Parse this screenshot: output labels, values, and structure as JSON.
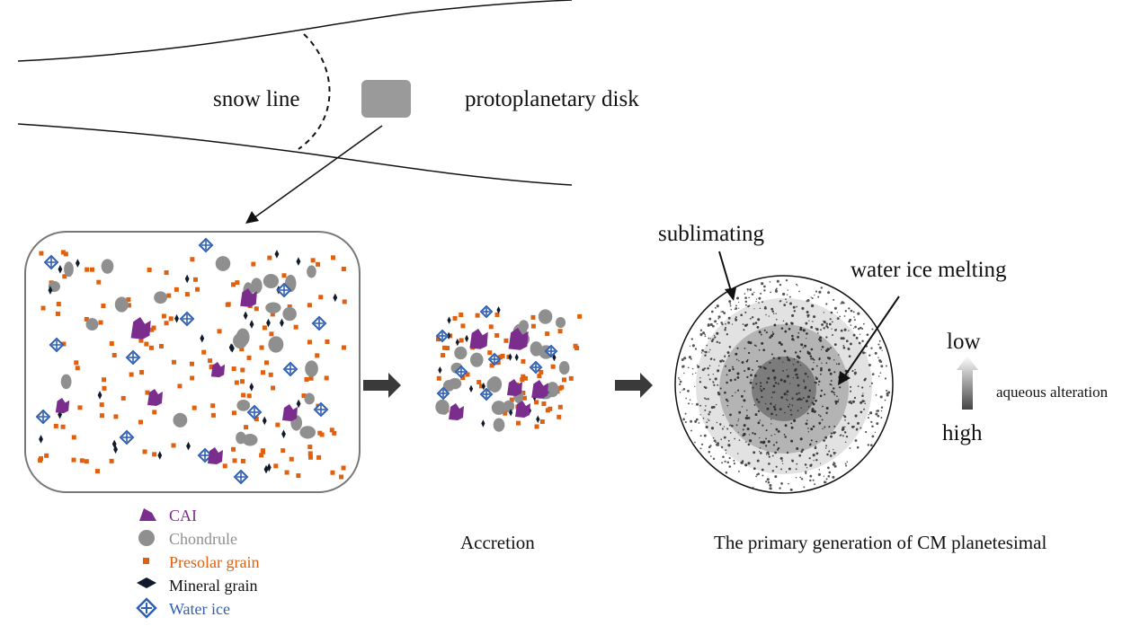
{
  "disk": {
    "snow_line_label": "snow line",
    "disk_label": "protoplanetary disk"
  },
  "legend": {
    "items": [
      {
        "label": "CAI",
        "color": "#7b2d8e",
        "icon": "cai-blob-icon"
      },
      {
        "label": "Chondrule",
        "color": "#8f8f8f",
        "icon": "chondrule-circle-icon"
      },
      {
        "label": "Presolar grain",
        "color": "#e0600e",
        "icon": "presolar-square-icon"
      },
      {
        "label": "Mineral grain",
        "color": "#111a2b",
        "icon": "mineral-diamond-icon"
      },
      {
        "label": "Water ice",
        "color": "#2f5fb3",
        "icon": "water-ice-icon"
      }
    ]
  },
  "stages": {
    "accretion_label": "Accretion",
    "planetesimal_label": "The primary generation of CM planetesimal"
  },
  "planetesimal": {
    "sublimating_label": "sublimating",
    "melting_label": "water ice melting"
  },
  "alteration_scale": {
    "low_label": "low",
    "high_label": "high",
    "caption": "aqueous alteration"
  },
  "colors": {
    "cai": "#7b2d8e",
    "chondrule": "#8f8f8f",
    "presolar": "#e0600e",
    "mineral": "#111a2b",
    "water_ice": "#2f5fb3",
    "arrow": "#3a3a3a"
  }
}
